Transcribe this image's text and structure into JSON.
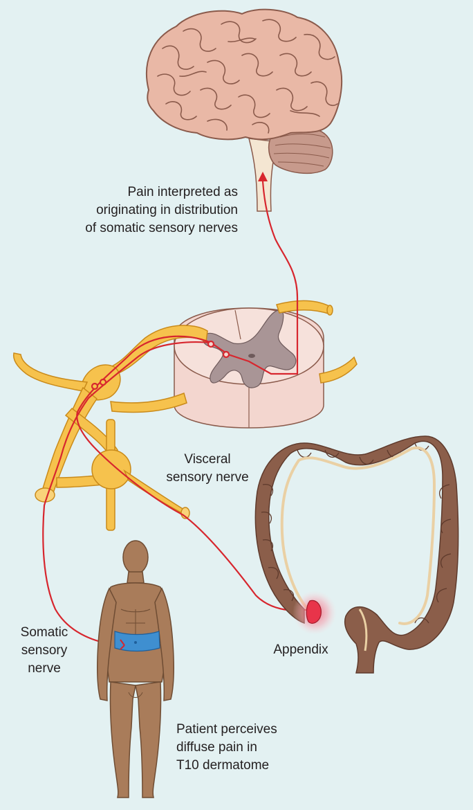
{
  "labels": {
    "pain_interpreted": [
      "Pain interpreted as",
      "originating in distribution",
      "of somatic sensory nerves"
    ],
    "visceral": [
      "Visceral",
      "sensory nerve"
    ],
    "somatic": [
      "Somatic",
      "sensory",
      "nerve"
    ],
    "appendix": [
      "Appendix"
    ],
    "patient": [
      "Patient perceives",
      "diffuse pain in",
      "T10 dermatome"
    ]
  },
  "colors": {
    "background": "#e3f1f2",
    "brain": "#e9b8a6",
    "brain_stroke": "#8a5a4b",
    "cerebellum": "#c79a8c",
    "spinal_cord_white": "#f3d6cf",
    "gray_matter": "#a99596",
    "nerve": "#f6c24d",
    "nerve_stroke": "#c98a1a",
    "pathway": "#d7262e",
    "colon": "#8b5e4a",
    "colon_band": "#ead0a4",
    "body": "#a97c5a",
    "dermatome_band": "#3f8fd0",
    "inflamed": "#e8344a"
  },
  "icons": {
    "brain": "brain-illustration",
    "spinal_cord": "spinal-cord-cross-section",
    "ganglion": "dorsal-root-ganglion",
    "colon": "large-intestine-illustration",
    "human": "human-figure-illustration"
  }
}
